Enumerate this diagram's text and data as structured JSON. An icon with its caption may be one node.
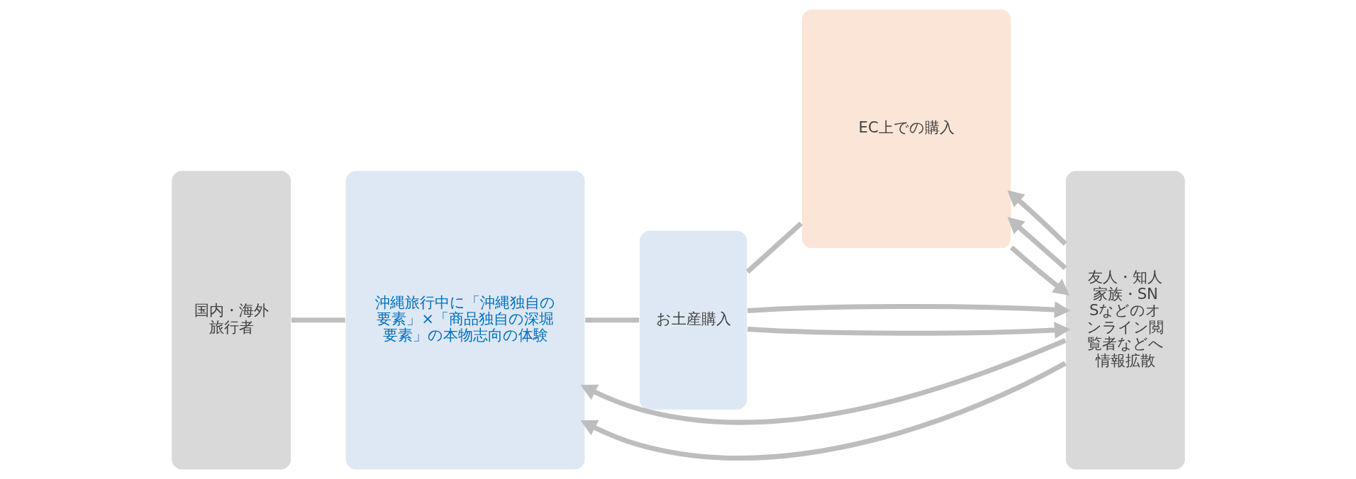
{
  "diagram": {
    "nodes": [
      {
        "text": [
          "国内・海外旅行者"
        ]
      },
      {
        "text": [
          "沖縄旅行中に「沖縄独自の要素」×「商品独自の深堀要素」の本物志向の体験"
        ]
      },
      {
        "text": [
          "お土産購入"
        ]
      },
      {
        "text": [
          "EC上での購入"
        ]
      },
      {
        "text": [
          "友人・知人家族・SNSなどのオンライン閲覧者などへ情報拡散"
        ]
      }
    ],
    "edges": [
      {
        "from": 0,
        "to": 1,
        "arrow": "none"
      },
      {
        "from": 1,
        "to": 2,
        "arrow": "none"
      },
      {
        "from": 2,
        "to": 3,
        "arrow": "none"
      },
      {
        "from": 3,
        "to": 4,
        "arrow": "to"
      },
      {
        "from": 2,
        "to": 4,
        "arrow": "to"
      },
      {
        "from": 2,
        "to": 4,
        "arrow": "to"
      },
      {
        "from": 4,
        "to": 1,
        "arrow": "to"
      },
      {
        "from": 4,
        "to": 3,
        "arrow": "to"
      },
      {
        "from": 4,
        "to": 1,
        "arrow": "to"
      },
      {
        "from": 4,
        "to": 3,
        "arrow": "to"
      }
    ]
  }
}
